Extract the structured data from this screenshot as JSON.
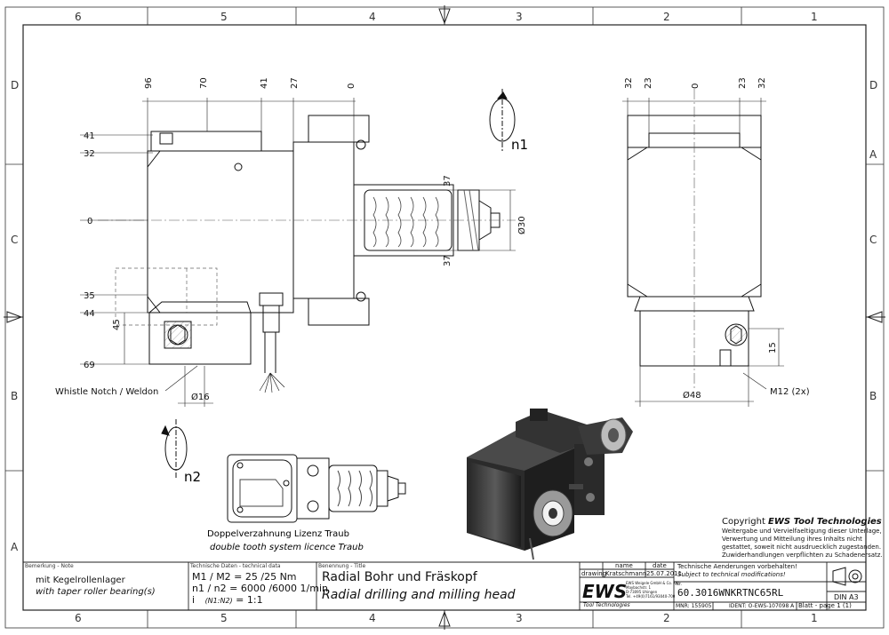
{
  "border": {
    "columns_top": [
      "6",
      "5",
      "4",
      "3",
      "2",
      "1"
    ],
    "columns_bottom": [
      "6",
      "5",
      "4",
      "3",
      "2",
      "1"
    ],
    "rows_left": [
      "D",
      "C",
      "B",
      "A"
    ],
    "rows_right": [
      "D",
      "C",
      "B",
      "A"
    ]
  },
  "front_view": {
    "dims_top": [
      "96",
      "70",
      "41",
      "27",
      "0"
    ],
    "dims_left": [
      "41",
      "32",
      "0",
      "35",
      "44",
      "69"
    ],
    "dim_45": "45",
    "dim_37_upper": "37",
    "dim_37_lower": "37",
    "dim_30": "Ø30",
    "dim_16": "Ø16",
    "rotation_n1": "n1",
    "weldon_label": "Whistle Notch / Weldon"
  },
  "side_view": {
    "dims_top": [
      "32",
      "23",
      "0",
      "23",
      "32"
    ],
    "dim_15": "15",
    "dim_48": "Ø48",
    "thread_label": "M12 (2x)"
  },
  "detail_view": {
    "rotation_n2": "n2",
    "caption_de": "Doppelverzahnung Lizenz Traub",
    "caption_en": "double tooth system licence Traub"
  },
  "copyright": {
    "title_prefix": "Copyright ",
    "title_brand": "EWS Tool Technologies",
    "lines": [
      "Weitergabe und Vervielfaeltigung dieser Unterlage,",
      "Verwertung und Mitteilung ihres Inhalts nicht",
      "gestattet, soweit nicht ausdruecklich zugestanden.",
      "Zuwiderhandlungen verpflichten zu Schadenersatz."
    ]
  },
  "title_block": {
    "remark_header": "Bemerkung - Note",
    "remark_de": "mit Kegelrollenlager",
    "remark_en": "with taper roller bearing(s)",
    "tech_header": "Technische Daten - technical data",
    "torque": "M1 / M2 = 25  /25  Nm",
    "speed": "n1 / n2 = 6000 /6000  1/min",
    "ratio_label": "i",
    "ratio_sub": "(N1:N2)",
    "ratio_value": "= 1:1",
    "name_header": "Benennung - Title",
    "title_de": "Radial Bohr und Fräskopf",
    "title_en": "Radial drilling and milling head",
    "col_name": "name",
    "col_date": "date",
    "row_label": "drawing",
    "drawn_by": "Kratschmann",
    "drawn_date": "25.07.2011",
    "logo_text": "EWS",
    "logo_sub": "Tool Technologies",
    "company_lines": [
      "EWS Weigele GmbH & Co. KG",
      "Maybachstr. 1",
      "D-73095 Uhingen",
      "Tel. +49(0)7161/93040-700"
    ],
    "changes_de": "Technische Aenderungen vorbehalten!",
    "changes_en": "Subject to technical modifications!",
    "part_no_label": "Nr.",
    "part_no": "60.3016WNKRTNC65RL",
    "mnr": "MNR: 155905",
    "ident": "IDENT: O-EWS-107098 A",
    "sheet": "Blatt - page 1 (1)",
    "format": "DIN A3"
  }
}
